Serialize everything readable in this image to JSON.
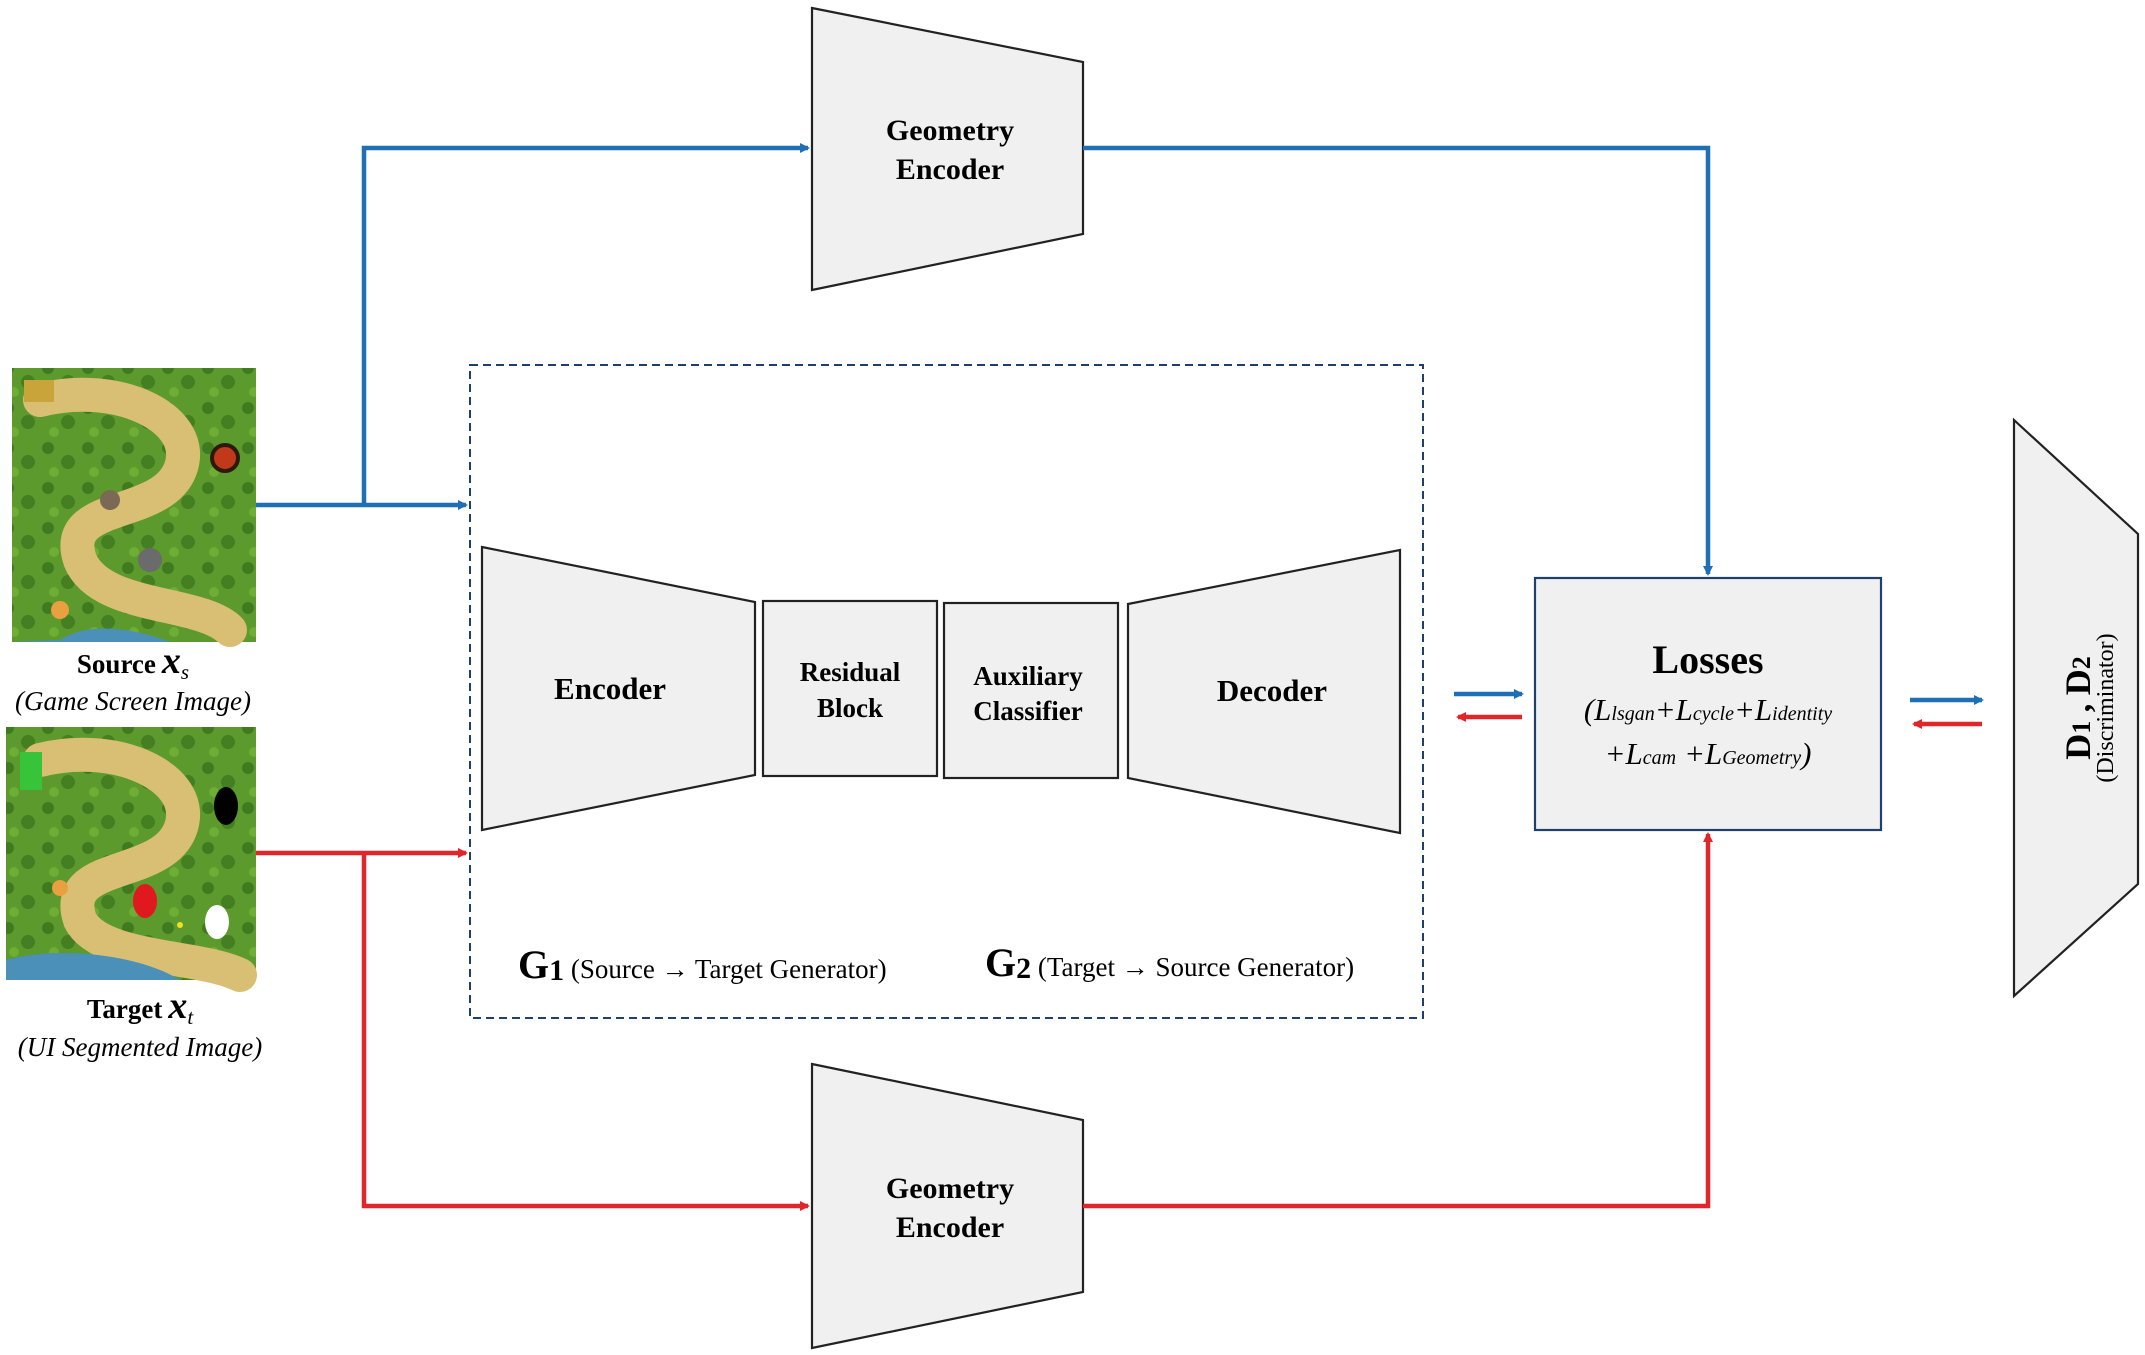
{
  "geometry_encoder_top": {
    "line1": "Geometry",
    "line2": "Encoder"
  },
  "geometry_encoder_bottom": {
    "line1": "Geometry",
    "line2": "Encoder"
  },
  "source": {
    "label": "Source",
    "symbol": "x",
    "subscript": "s",
    "caption": "(Game Screen Image)"
  },
  "target": {
    "label": "Target",
    "symbol": "x",
    "subscript": "t",
    "caption": "(UI Segmented Image)"
  },
  "generator": {
    "encoder": "Encoder",
    "residual": {
      "line1": "Residual",
      "line2": "Block"
    },
    "auxiliary": {
      "line1": "Auxiliary",
      "line2": "Classifier"
    },
    "decoder": "Decoder",
    "g1": {
      "symbol": "G",
      "sub": "1",
      "text": " (Source → Target Generator)"
    },
    "g2": {
      "symbol": "G",
      "sub": "2",
      "text": " (Target → Source Generator)"
    }
  },
  "losses": {
    "title": "Losses",
    "L": "L",
    "open_paren": "(",
    "close_paren": ")",
    "plus": "+",
    "lsgan": "lsgan",
    "cycle": "cycle",
    "identity": "identity",
    "cam": "cam",
    "geometry": "Geometry"
  },
  "discriminator": {
    "symbol": "D",
    "sub1": "1",
    "sep": " , ",
    "sub2": "2",
    "caption": "(Discriminator)"
  },
  "colors": {
    "source_flow": "#1f6fb5",
    "target_flow": "#e0262b",
    "box_fill": "#f0f0f0",
    "losses_border": "#1f3f6e"
  },
  "images": {
    "source_desc_icon": "game-map-image",
    "target_desc_icon": "segmented-map-image"
  }
}
